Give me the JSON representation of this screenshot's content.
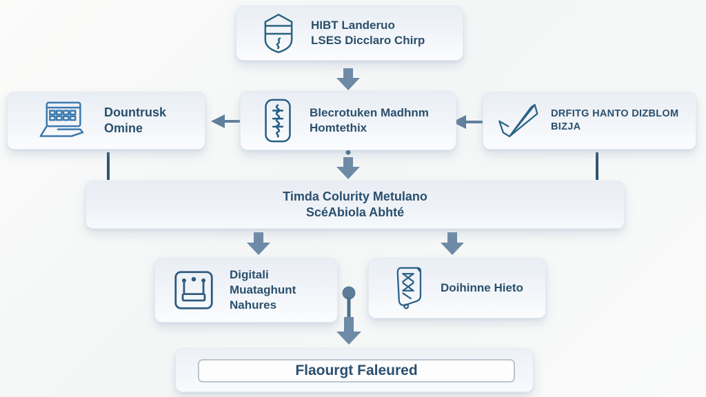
{
  "colors": {
    "background": "#f7f8f7",
    "box_fill_top": "#e9eef4",
    "box_fill_bottom": "#fbfcfe",
    "text": "#2a4f6d",
    "icon_stroke": "#2f6b93",
    "block_arrow": "#6d8aa6",
    "thin_arrow": "#5f7f9c",
    "connector_line": "#2d5474",
    "inner_border": "#b9c5d0"
  },
  "diagram": {
    "nodes": {
      "top": {
        "icon": "shield-icon",
        "lines": [
          "HIBT Landeruo",
          "LSES Dicclaro Chirp"
        ]
      },
      "left": {
        "icon": "laptop-icon",
        "lines": [
          "Dountrusk",
          "Omine"
        ]
      },
      "center": {
        "icon": "caduceus-icon",
        "lines": [
          "Blecrotuken Madhnm",
          "Homtethix"
        ]
      },
      "right": {
        "icon": "checkmark-icon",
        "lines": [
          "DRFITG HANTO DIZBLOM",
          "BIZJA"
        ]
      },
      "wide": {
        "lines": [
          "Timda Colurity Metulano",
          "ScéAbiola Abhté"
        ]
      },
      "bottom_left": {
        "icon": "device-icon",
        "lines": [
          "Digitali",
          "Muataghunt",
          "Nahures"
        ]
      },
      "bottom_right": {
        "icon": "scroll-icon",
        "lines": [
          "Doihinne Hieto"
        ]
      },
      "final": {
        "lines": [
          "Flaourgt Faleured"
        ]
      }
    },
    "connectors": [
      {
        "from": "top",
        "to": "center",
        "style": "block-arrow-down"
      },
      {
        "from": "center",
        "to": "left",
        "style": "thin-arrow-left"
      },
      {
        "from": "right",
        "to": "center",
        "style": "thin-arrow-left"
      },
      {
        "from": "left",
        "to": "wide",
        "style": "line"
      },
      {
        "from": "right",
        "to": "wide",
        "style": "line"
      },
      {
        "from": "center",
        "to": "wide",
        "style": "block-arrow-down"
      },
      {
        "from": "wide",
        "to": "bottom_left",
        "style": "block-arrow-down"
      },
      {
        "from": "wide",
        "to": "bottom_right",
        "style": "block-arrow-down"
      },
      {
        "from": "bottom-center",
        "to": "final",
        "style": "dot-line-block-arrow-down"
      }
    ]
  }
}
